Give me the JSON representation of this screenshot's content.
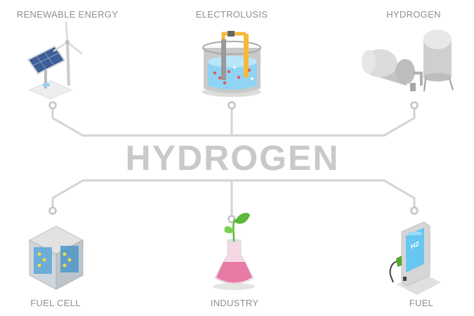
{
  "center": {
    "title": "HYDROGEN"
  },
  "nodes": {
    "renewable": {
      "label": "RENEWABLE ENERGY",
      "icon": "solar-wind-icon"
    },
    "electrolysis": {
      "label": "ELECTROLUSIS",
      "icon": "electrolysis-tank-icon"
    },
    "hydrogen": {
      "label": "HYDROGEN",
      "icon": "hydrogen-storage-tank-icon"
    },
    "fuelcell": {
      "label": "FUEL CELL",
      "icon": "fuel-cell-battery-icon"
    },
    "industry": {
      "label": "INDUSTRY",
      "icon": "plant-flask-icon"
    },
    "fuel": {
      "label": "FUEL",
      "icon": "hydrogen-fuel-pump-icon",
      "screen_text": "H2"
    }
  },
  "colors": {
    "connector": "#d3d3d3",
    "title": "#c9c9c9",
    "label": "#8f8f8f",
    "electrolyte": "#8fd4f5",
    "electrode": "#f4b93a",
    "leaf": "#5bb83a",
    "flask_liquid": "#e87aa6",
    "cell": "#5aa7d6",
    "pump_screen": "#66c7f0"
  }
}
